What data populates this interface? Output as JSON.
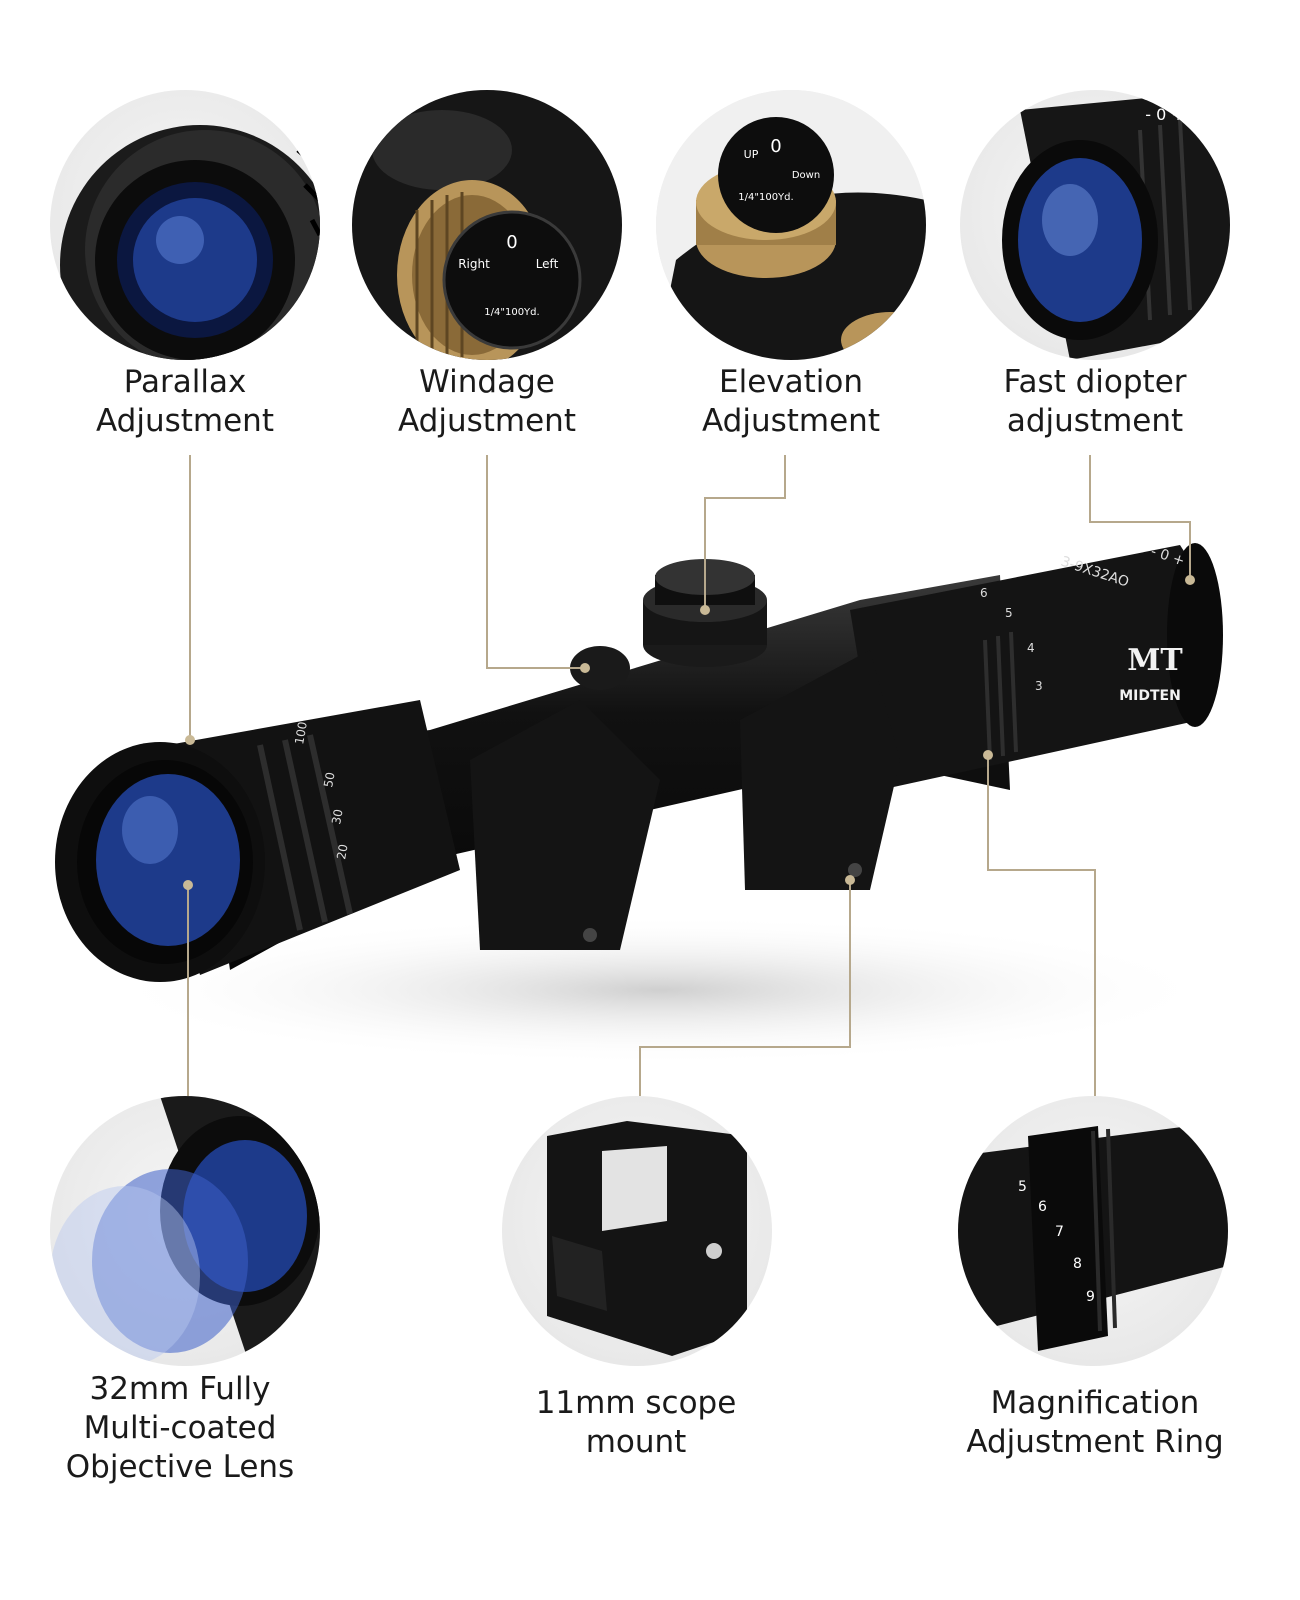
{
  "features": {
    "parallax": {
      "line1": "Parallax",
      "line2": "Adjustment"
    },
    "windage": {
      "line1": "Windage",
      "line2": "Adjustment",
      "dial_zero": "0",
      "dial_left": "Left",
      "dial_right": "Right",
      "dial_click": "1/4\"100Yd."
    },
    "elevation": {
      "line1": "Elevation",
      "line2": "Adjustment",
      "dial_zero": "0",
      "dial_up": "UP",
      "dial_down": "Down",
      "dial_click": "1/4\"100Yd."
    },
    "diopter": {
      "line1": "Fast diopter",
      "line2": "adjustment",
      "ring_marks": "- 0 +"
    },
    "lens": {
      "line1": "32mm Fully",
      "line2": "Multi-coated",
      "line3": "Objective Lens"
    },
    "mount": {
      "line1": "11mm scope",
      "line2": "mount"
    },
    "magnification": {
      "line1": "Magnification",
      "line2": "Adjustment Ring",
      "ring_numbers": [
        "5",
        "6",
        "7",
        "8",
        "9"
      ]
    }
  },
  "scope": {
    "brand": "MIDTEN",
    "logo": "MT",
    "model": "3-9X32AO",
    "diopter_marks": "- 0 +",
    "parallax_marks": [
      "20",
      "30",
      "50",
      "100"
    ],
    "power_marks": [
      "3",
      "4",
      "5",
      "6"
    ]
  },
  "colors": {
    "leader_line": "#b6a88c",
    "brass": "#b8955a",
    "lens_blue": "#1d3a8a",
    "body_black": "#111111"
  }
}
